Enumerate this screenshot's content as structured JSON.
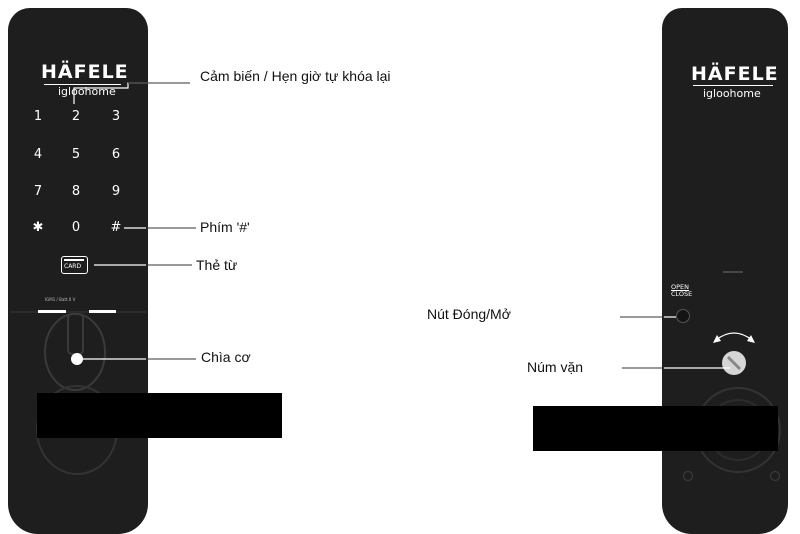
{
  "brand": {
    "name": "HÄFELE",
    "sub": "igloohome"
  },
  "keypad": {
    "keys": [
      "1",
      "2",
      "3",
      "4",
      "5",
      "6",
      "7",
      "8",
      "9",
      "✱",
      "0",
      "#"
    ]
  },
  "card_label": "CARD",
  "status_label": "IGM1 / Batt.0 V",
  "open_close": {
    "line1": "OPEN",
    "line2": "CLOSE"
  },
  "callouts": {
    "sensor": "Cảm biến / Hẹn giờ tự khóa lại",
    "hash_key": "Phím '#'",
    "card": "Thẻ từ",
    "key": "Chìa cơ",
    "open_close_button": "Nút Đóng/Mở",
    "knob": "Núm vặn"
  }
}
